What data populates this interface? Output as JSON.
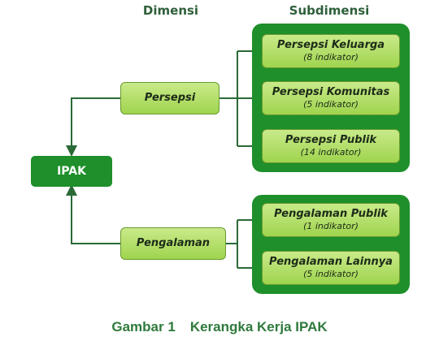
{
  "headers": {
    "dimensi": "Dimensi",
    "subdimensi": "Subdimensi"
  },
  "root": {
    "label": "IPAK"
  },
  "dimensions": [
    {
      "label": "Persepsi"
    },
    {
      "label": "Pengalaman"
    }
  ],
  "subdimensions": [
    {
      "title": "Persepsi Keluarga",
      "count": "(8 indikator)"
    },
    {
      "title": "Persepsi Komunitas",
      "count": "(5 indikator)"
    },
    {
      "title": "Persepsi Publik",
      "count": "(14 indikator)"
    },
    {
      "title": "Pengalaman Publik",
      "count": "(1 indikator)"
    },
    {
      "title": "Pengalaman Lainnya",
      "count": "(5 indikator)"
    }
  ],
  "caption": {
    "number": "Gambar 1",
    "text": "Kerangka Kerja IPAK"
  },
  "colors": {
    "panel": "#1e8f2a",
    "box": "#a9d95a",
    "connector": "#2a6a36",
    "caption": "#2f7a3c"
  }
}
